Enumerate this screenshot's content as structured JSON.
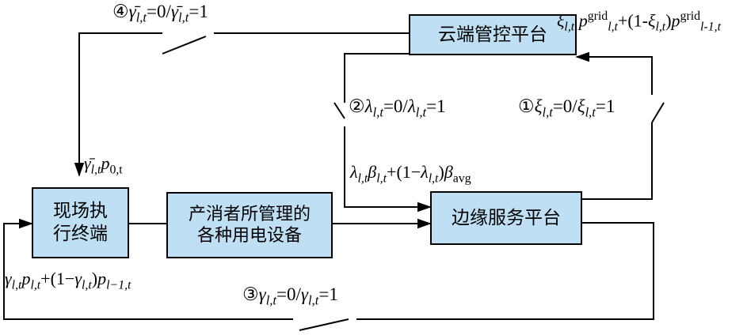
{
  "colors": {
    "box_fill": "#bfe0f4",
    "line": "#000000"
  },
  "boxes": {
    "cloud": "云端管控平台",
    "edge": "边缘服务平台",
    "terminal": {
      "line1": "现场执",
      "line2": "行终端"
    },
    "devices": {
      "line1": "产消者所管理的",
      "line2": "各种用电设备"
    }
  },
  "switches": {
    "s1": {
      "num": "①",
      "sym": "ξ",
      "sub": "l,t",
      "eq": "=0/",
      "eq2": "=1"
    },
    "s2": {
      "num": "②",
      "sym": "λ",
      "sub": "l,t",
      "eq": "=0/",
      "eq2": "=1"
    },
    "s3": {
      "num": "③",
      "sym": "γ",
      "sub": "l,t",
      "eq": "=0/",
      "eq2": "=1"
    },
    "s4": {
      "num": "④",
      "sym": "γ̄",
      "sub": "l,t",
      "eq": "=0/",
      "eq2": "=1"
    }
  },
  "formulas": {
    "cloud_in": {
      "xi": "ξ",
      "sub": "l,t",
      "p": "p",
      "sup_grid": "grid",
      "mid": "+(1-",
      "close": ")",
      "sub_prev": "l-1,t"
    },
    "edge_in": {
      "lam": "λ",
      "sub": "l,t",
      "beta": "β",
      "mid": "+(1−",
      "close": ")",
      "sub_avg": "avg"
    },
    "terminal_in": {
      "gbar": "γ̄",
      "sub": "l,t",
      "p": "p",
      "sub0": "0,t"
    },
    "terminal_fb": {
      "g": "γ",
      "sub": "l,t",
      "p": "p",
      "mid": "+(1−",
      "close": ")",
      "sub_prev": "l−1,t"
    }
  }
}
